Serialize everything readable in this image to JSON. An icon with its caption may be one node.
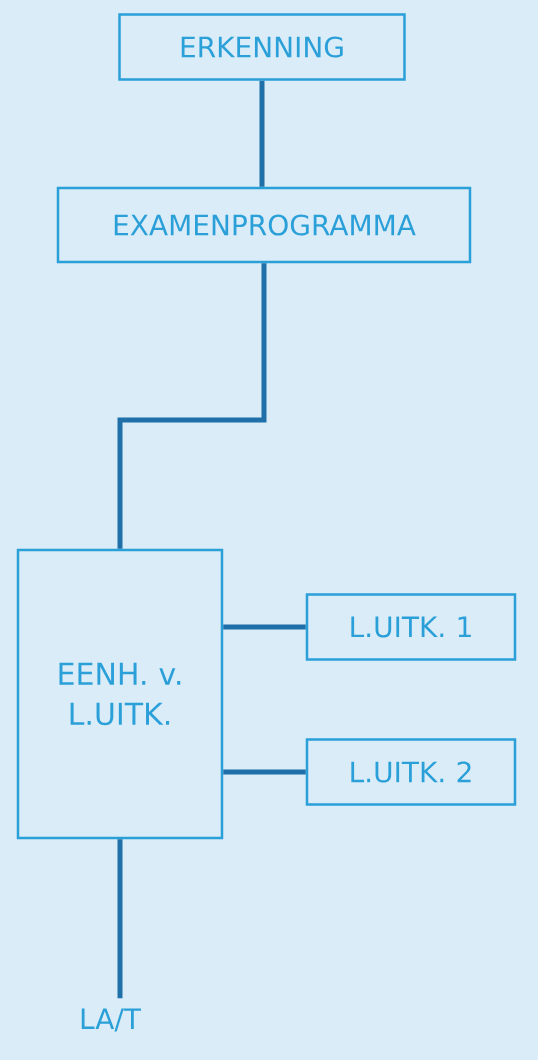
{
  "diagram": {
    "nodes": [
      {
        "text": [
          "ERKENNING"
        ]
      },
      {
        "text": [
          "EXAMENPROGRAMMA"
        ]
      },
      {
        "text": [
          "EENH. v. L.UITK."
        ]
      },
      {
        "text": [
          "L.UITK. 1"
        ]
      },
      {
        "text": [
          "L.UITK. 2"
        ]
      },
      {
        "text": [
          "LA/T"
        ]
      }
    ],
    "edges": [
      {
        "from": 0,
        "to": 1,
        "arrow": "none"
      },
      {
        "from": 1,
        "to": 2,
        "arrow": "none"
      },
      {
        "from": 2,
        "to": 3,
        "arrow": "none"
      },
      {
        "from": 2,
        "to": 4,
        "arrow": "none"
      },
      {
        "from": 2,
        "to": 5,
        "arrow": "none"
      }
    ]
  }
}
